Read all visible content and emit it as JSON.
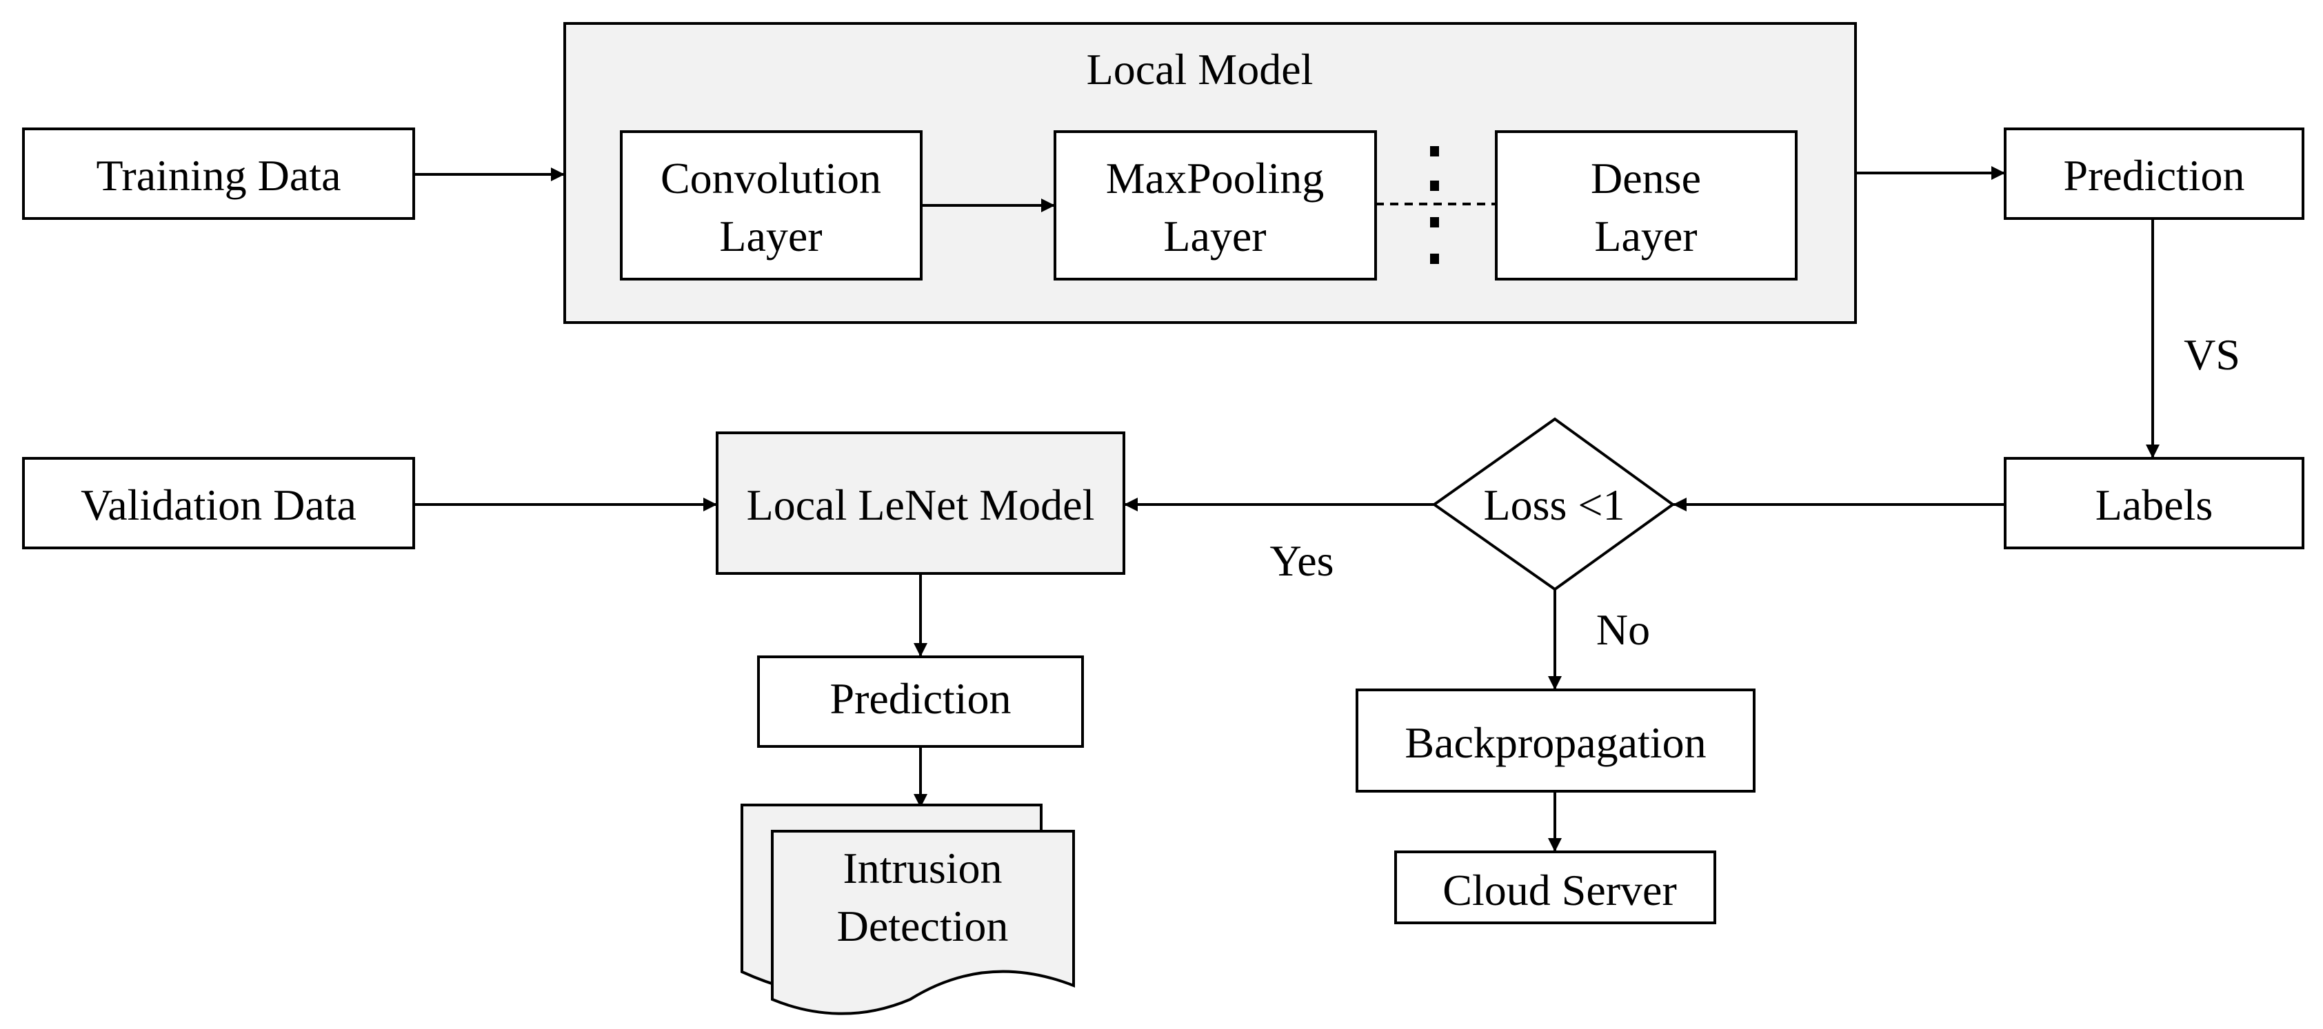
{
  "diagram": {
    "local_model": {
      "title": "Local Model",
      "layers": {
        "convolution": [
          "Convolution",
          "Layer"
        ],
        "maxpooling": [
          "MaxPooling",
          "Layer"
        ],
        "dense": [
          "Dense",
          "Layer"
        ]
      }
    },
    "training_data": "Training Data",
    "prediction_top": "Prediction",
    "vs_label": "VS",
    "labels": "Labels",
    "decision": "Loss <1",
    "yes_label": "Yes",
    "no_label": "No",
    "validation_data": "Validation Data",
    "local_lenet": "Local LeNet Model",
    "prediction_bottom": "Prediction",
    "intrusion_detection": [
      "Intrusion",
      "Detection"
    ],
    "backpropagation": "Backpropagation",
    "cloud_server": "Cloud Server"
  }
}
